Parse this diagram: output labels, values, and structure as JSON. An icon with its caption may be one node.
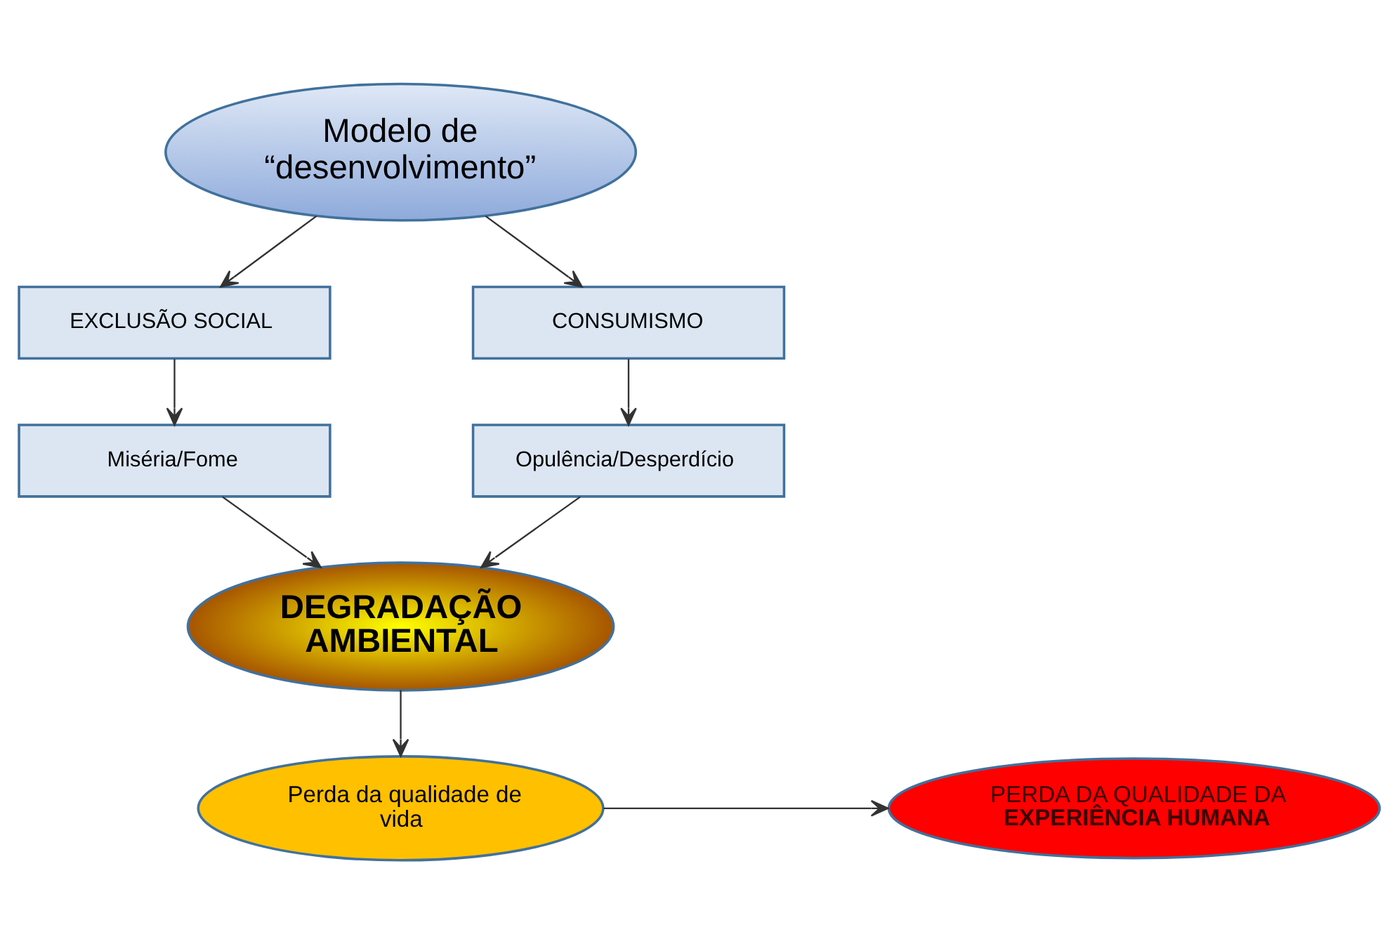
{
  "diagram": {
    "nodes": [
      {
        "text": [
          "Modelo de “desenvolvimento”"
        ]
      },
      {
        "text": [
          "EXCLUSÃO SOCIAL"
        ]
      },
      {
        "text": [
          "CONSUMISMO"
        ]
      },
      {
        "text": [
          "Miséria/Fome"
        ]
      },
      {
        "text": [
          "Opulência/Desperdício"
        ]
      },
      {
        "text": [
          "DEGRADAÇÃO AMBIENTAL"
        ]
      },
      {
        "text": [
          "Perda da qualidade de vida"
        ]
      },
      {
        "text": [
          "PERDA DA QUALIDADE DA **EXPERIÊNCIA HUMANA**"
        ]
      }
    ],
    "edges": [
      {
        "from": 0,
        "to": 1,
        "arrow": "to"
      },
      {
        "from": 0,
        "to": 2,
        "arrow": "to"
      },
      {
        "from": 1,
        "to": 3,
        "arrow": "to"
      },
      {
        "from": 2,
        "to": 4,
        "arrow": "to"
      },
      {
        "from": 3,
        "to": 5,
        "arrow": "to"
      },
      {
        "from": 4,
        "to": 5,
        "arrow": "to"
      },
      {
        "from": 5,
        "to": 6,
        "arrow": "to"
      },
      {
        "from": 6,
        "to": 7,
        "arrow": "to"
      }
    ]
  }
}
